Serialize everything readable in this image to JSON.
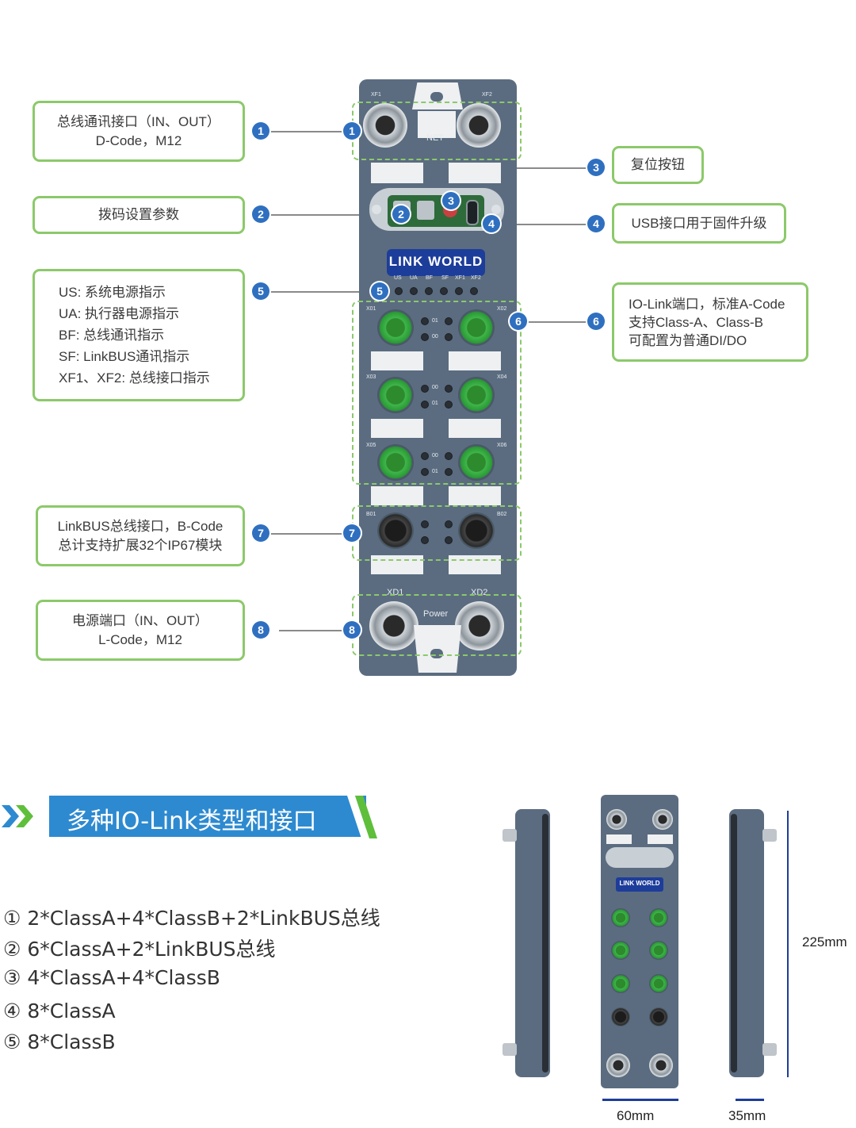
{
  "callouts": {
    "c1": {
      "line1": "总线通讯接口（IN、OUT）",
      "line2": "D-Code，M12"
    },
    "c2": {
      "line1": "拨码设置参数"
    },
    "c3": {
      "line1": "复位按钮"
    },
    "c4": {
      "line1": "USB接口用于固件升级"
    },
    "c5": {
      "line1": "US: 系统电源指示",
      "line2": "UA: 执行器电源指示",
      "line3": "BF: 总线通讯指示",
      "line4": "SF: LinkBUS通讯指示",
      "line5": "XF1、XF2: 总线接口指示"
    },
    "c6": {
      "line1": "IO-Link端口，标准A-Code",
      "line2": "支持Class-A、Class-B",
      "line3": "可配置为普通DI/DO"
    },
    "c7": {
      "line1": "LinkBUS总线接口，B-Code",
      "line2": "总计支持扩展32个IP67模块"
    },
    "c8": {
      "line1": "电源端口（IN、OUT）",
      "line2": "L-Code，M12"
    }
  },
  "markers": [
    "1",
    "2",
    "3",
    "4",
    "5",
    "6",
    "7",
    "8"
  ],
  "module": {
    "brand": "LINK WORLD",
    "net": "NET",
    "power": "Power",
    "xf1": "XF1",
    "xf2": "XF2",
    "xd1": "XD1",
    "xd2": "XD2",
    "leds": [
      "US",
      "UA",
      "BF",
      "SF",
      "XF1",
      "XF2"
    ],
    "ports": [
      "X01",
      "X02",
      "X03",
      "X04",
      "X05",
      "X06",
      "B01",
      "B02"
    ],
    "ch_a": "01",
    "ch_b": "00"
  },
  "banner": {
    "title": "多种IO-Link类型和接口"
  },
  "variants": [
    {
      "idx": "①",
      "text": "2*ClassA+4*ClassB+2*LinkBUS总线"
    },
    {
      "idx": "②",
      "text": "6*ClassA+2*LinkBUS总线"
    },
    {
      "idx": "③",
      "text": "4*ClassA+4*ClassB"
    },
    {
      "idx": "④",
      "text": "8*ClassA"
    },
    {
      "idx": "⑤",
      "text": "8*ClassB"
    }
  ],
  "dimensions": {
    "height": "225mm",
    "width": "60mm",
    "depth": "35mm"
  },
  "colors": {
    "accent_green": "#8cc96a",
    "marker_blue": "#2f6fc0",
    "banner_blue": "#2d8ad0",
    "module_body": "#5b6c80"
  }
}
